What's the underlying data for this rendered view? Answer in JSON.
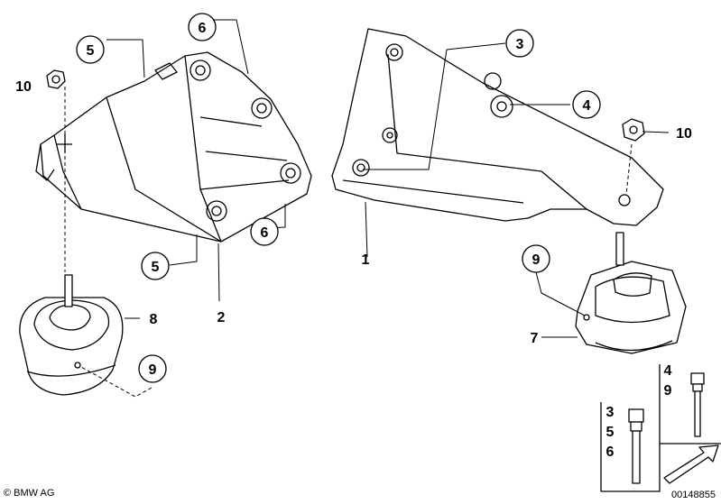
{
  "callouts": {
    "c1": "1",
    "c2": "2",
    "c3": "3",
    "c4": "4",
    "c5a": "5",
    "c5b": "5",
    "c6a": "6",
    "c6b": "6",
    "c7": "7",
    "c8": "8",
    "c9a": "9",
    "c9b": "9",
    "c10a": "10",
    "c10b": "10"
  },
  "legend_boxes": {
    "box_a": [
      "4",
      "9"
    ],
    "box_b": [
      "3",
      "5",
      "6"
    ]
  },
  "footer": {
    "copyright": "© BMW AG",
    "part_number": "00148855"
  }
}
